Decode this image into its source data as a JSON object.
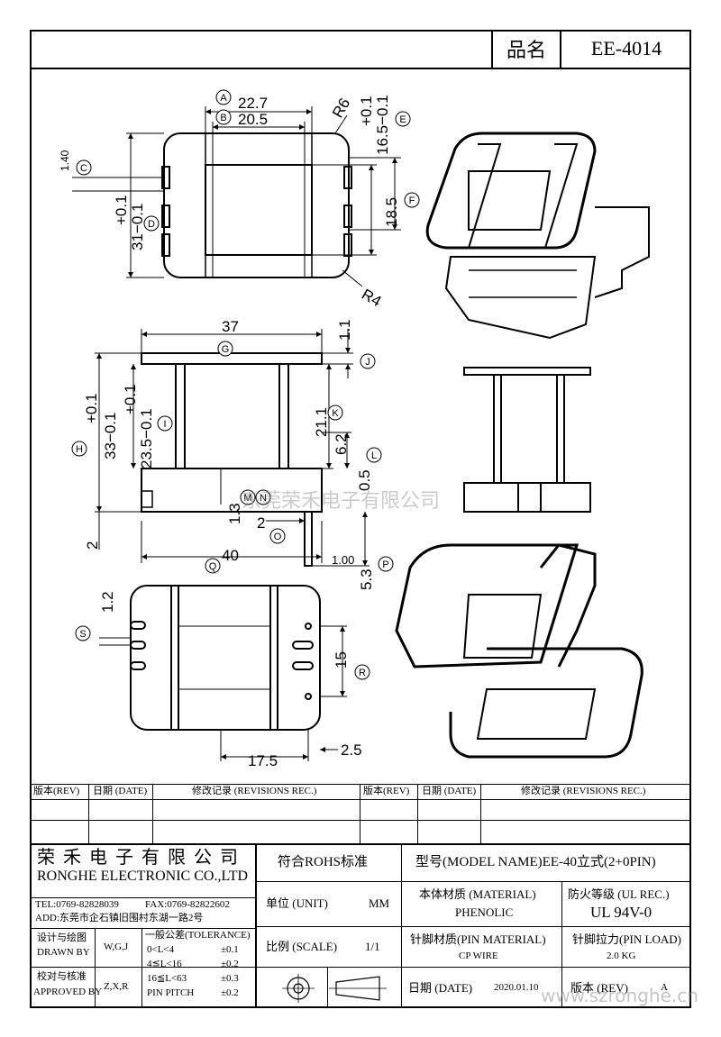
{
  "header": {
    "pin_label": "品名",
    "model": "EE-4014"
  },
  "dims": {
    "top_view": {
      "a": "22.7",
      "b": "20.5",
      "r6": "R6",
      "e_tol": "+0.1",
      "e_val": "16.5−0.1",
      "c": "1.40",
      "d_tol": "+0.1",
      "d_val": "31−0.1",
      "f": "18.5",
      "r4": "R4"
    },
    "front_view": {
      "g": "37",
      "j": "1.1",
      "h_tol": "+0.1",
      "h_val": "33−0.1",
      "i_tol": "+0.1",
      "i_val": "23.5−0.1",
      "k": "21.1",
      "l": "6.2",
      "m": "1.3",
      "n": "0.5",
      "o": "2",
      "two": "2",
      "q": "40",
      "p_a": "1.00",
      "p_b": "5.3"
    },
    "bottom_view": {
      "s": "1.2",
      "r": "15",
      "b17": "17.5",
      "b25": "2.5"
    }
  },
  "circle_labels": [
    "A",
    "B",
    "C",
    "D",
    "E",
    "F",
    "G",
    "J",
    "H",
    "I",
    "K",
    "L",
    "M",
    "N",
    "O",
    "P",
    "Q",
    "S",
    "R"
  ],
  "revision_table": {
    "col_rev": "版本(REV)",
    "col_date": "日期 (DATE)",
    "col_rec": "修改记录 (REVISIONS REC.)"
  },
  "company": {
    "name_cn": "荣 禾 电 子 有 限 公 司",
    "name_en": "RONGHE ELECTRONIC CO.,LTD",
    "tel": "TEL:0769-82828039",
    "fax": "FAX:0769-82822602",
    "addr": "ADD:东莞市企石镇旧围村东湖一路2号"
  },
  "title_block": {
    "rohs": "符合ROHS标准",
    "model_label": "型号(MODEL NAME)EE-40立式(2+0PIN)",
    "unit_label": "单位 (UNIT)",
    "unit_val": "MM",
    "material_label": "本体材质 (MATERIAL)",
    "material_val": "PHENOLIC",
    "fire_label": "防火等级 (UL REC.)",
    "fire_val": "UL 94V-0",
    "scale_label": "比例 (SCALE)",
    "scale_val": "1/1",
    "pin_mat_label": "针脚材质(PIN MATERIAL)",
    "pin_mat_val": "CP WIRE",
    "pin_load_label": "针脚拉力(PIN LOAD)",
    "pin_load_val": "2.0 KG",
    "date_label": "日期 (DATE)",
    "date_val": "2020.01.10",
    "rev_label": "版本 (REV)",
    "rev_val": "A",
    "design_label": "设计与绘图",
    "drawn_by": "DRAWN BY",
    "drawn_val": "W,G,J",
    "check_label": "校对与核准",
    "approved_by": "APPROVED BY",
    "approved_val": "Z,X,R",
    "tol_title": "一般公差(TOLERANCE)",
    "tol_rows": [
      {
        "range": "0<L<4",
        "val": "±0.1"
      },
      {
        "range": "4≦L<16",
        "val": "±0.2"
      },
      {
        "range": "16≦L<63",
        "val": "±0.3"
      },
      {
        "range": "PIN PITCH",
        "val": "±0.2"
      }
    ]
  },
  "watermarks": {
    "center": "东莞荣禾电子有限公司",
    "site": "www.szronghe.cn"
  }
}
